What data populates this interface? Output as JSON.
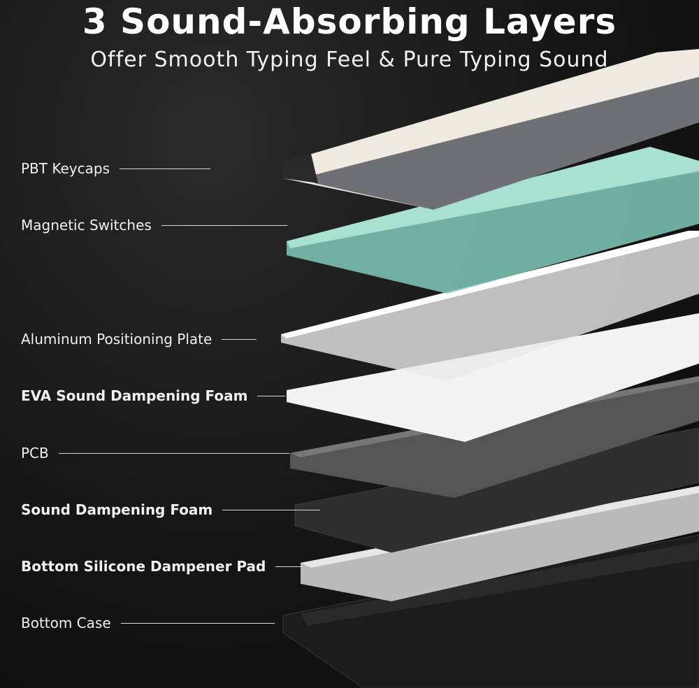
{
  "headline": "3 Sound-Absorbing Layers",
  "subheadline": "Offer Smooth Typing Feel & Pure Typing Sound",
  "layers": [
    {
      "label": "PBT Keycaps",
      "bold": false
    },
    {
      "label": "Magnetic Switches",
      "bold": false
    },
    {
      "label": "Aluminum Positioning Plate",
      "bold": false
    },
    {
      "label": "EVA Sound Dampening Foam",
      "bold": true
    },
    {
      "label": "PCB",
      "bold": false
    },
    {
      "label": "Sound Dampening Foam",
      "bold": true
    },
    {
      "label": "Bottom Silicone Dampener Pad",
      "bold": true
    },
    {
      "label": "Bottom Case",
      "bold": false
    }
  ],
  "colors": {
    "keycap_cream": "#eeeae0",
    "keycap_gray": "#6f7075",
    "switch_teal": "#7fc9b8",
    "plate_white": "#f2f2f2",
    "pcb": "#5a5a5a",
    "case": "#1e1e1e"
  }
}
